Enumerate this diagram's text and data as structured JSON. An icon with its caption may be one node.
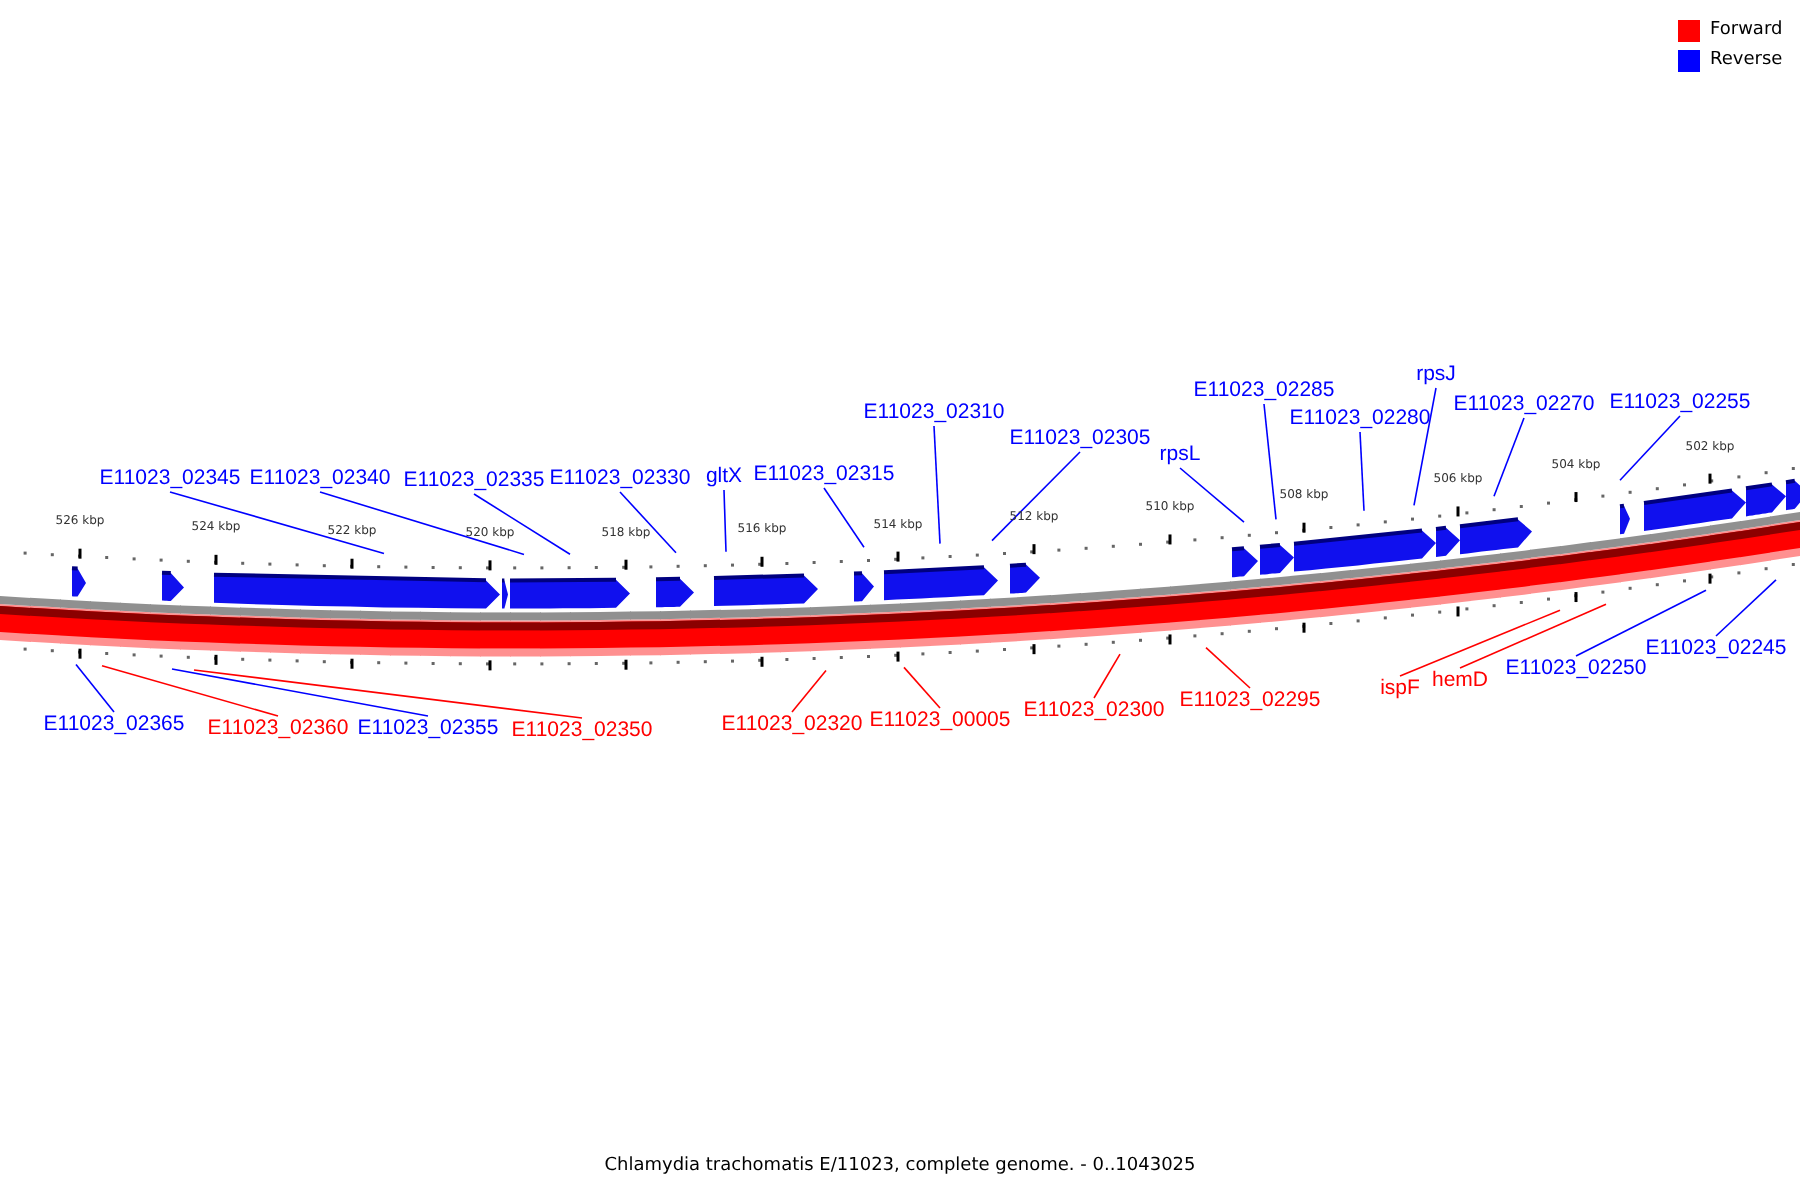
{
  "diagram": {
    "caption": "Chlamydia trachomatis E/11023, complete genome. - 0..1043025",
    "nodes": [
      {
        "text": [
          "E11023_02345"
        ]
      },
      {
        "text": [
          "E11023_02340"
        ]
      },
      {
        "text": [
          "E11023_02335"
        ]
      },
      {
        "text": [
          "E11023_02330"
        ]
      },
      {
        "text": [
          "gltX"
        ]
      },
      {
        "text": [
          "E11023_02315"
        ]
      },
      {
        "text": [
          "E11023_02310"
        ]
      },
      {
        "text": [
          "E11023_02305"
        ]
      },
      {
        "text": [
          "rpsL"
        ]
      },
      {
        "text": [
          "E11023_02285"
        ]
      },
      {
        "text": [
          "E11023_02280"
        ]
      },
      {
        "text": [
          "rpsJ"
        ]
      },
      {
        "text": [
          "E11023_02270"
        ]
      },
      {
        "text": [
          "E11023_02255"
        ]
      },
      {
        "text": [
          "E11023_02365"
        ]
      },
      {
        "text": [
          "E11023_02360"
        ]
      },
      {
        "text": [
          "E11023_02355"
        ]
      },
      {
        "text": [
          "E11023_02350"
        ]
      },
      {
        "text": [
          "E11023_02320"
        ]
      },
      {
        "text": [
          "E11023_00005"
        ]
      },
      {
        "text": [
          "E11023_02300"
        ]
      },
      {
        "text": [
          "E11023_02295"
        ]
      },
      {
        "text": [
          "ispF"
        ]
      },
      {
        "text": [
          "hemD"
        ]
      },
      {
        "text": [
          "E11023_02250"
        ]
      },
      {
        "text": [
          "E11023_02245"
        ]
      }
    ],
    "edges": [
      {
        "from": 0,
        "to": null,
        "arrow": "none"
      },
      {
        "from": 1,
        "to": null,
        "arrow": "none"
      },
      {
        "from": 2,
        "to": null,
        "arrow": "none"
      },
      {
        "from": 3,
        "to": null,
        "arrow": "none"
      },
      {
        "from": 4,
        "to": null,
        "arrow": "none"
      },
      {
        "from": 5,
        "to": null,
        "arrow": "none"
      },
      {
        "from": 6,
        "to": null,
        "arrow": "none"
      },
      {
        "from": 7,
        "to": null,
        "arrow": "none"
      },
      {
        "from": 8,
        "to": null,
        "arrow": "none"
      },
      {
        "from": 9,
        "to": null,
        "arrow": "none"
      },
      {
        "from": 10,
        "to": null,
        "arrow": "none"
      },
      {
        "from": 11,
        "to": null,
        "arrow": "none"
      },
      {
        "from": 12,
        "to": null,
        "arrow": "none"
      },
      {
        "from": 13,
        "to": null,
        "arrow": "none"
      },
      {
        "from": 14,
        "to": null,
        "arrow": "none"
      },
      {
        "from": 15,
        "to": null,
        "arrow": "none",
        "color": "#ff0000"
      },
      {
        "from": 16,
        "to": null,
        "arrow": "none"
      },
      {
        "from": 17,
        "to": null,
        "arrow": "none",
        "color": "#ff0000"
      },
      {
        "from": 18,
        "to": null,
        "arrow": "none",
        "color": "#ff0000"
      },
      {
        "from": 19,
        "to": null,
        "arrow": "none",
        "color": "#ff0000"
      },
      {
        "from": 20,
        "to": null,
        "arrow": "none",
        "color": "#ff0000"
      },
      {
        "from": 21,
        "to": null,
        "arrow": "none",
        "color": "#ff0000"
      },
      {
        "from": 22,
        "to": null,
        "arrow": "none",
        "color": "#ff0000"
      },
      {
        "from": 23,
        "to": null,
        "arrow": "none",
        "color": "#ff0000"
      },
      {
        "from": 24,
        "to": null,
        "arrow": "none"
      },
      {
        "from": 25,
        "to": null,
        "arrow": "none"
      }
    ],
    "labels": [
      "526 kbp",
      "524 kbp",
      "522 kbp",
      "520 kbp",
      "518 kbp",
      "516 kbp",
      "514 kbp",
      "512 kbp",
      "510 kbp",
      "508 kbp",
      "506 kbp",
      "504 kbp",
      "502 kbp"
    ],
    "legend": [
      {
        "text": "Forward",
        "color": "#ff0000"
      },
      {
        "text": "Reverse",
        "color": "#0000ff"
      }
    ]
  }
}
